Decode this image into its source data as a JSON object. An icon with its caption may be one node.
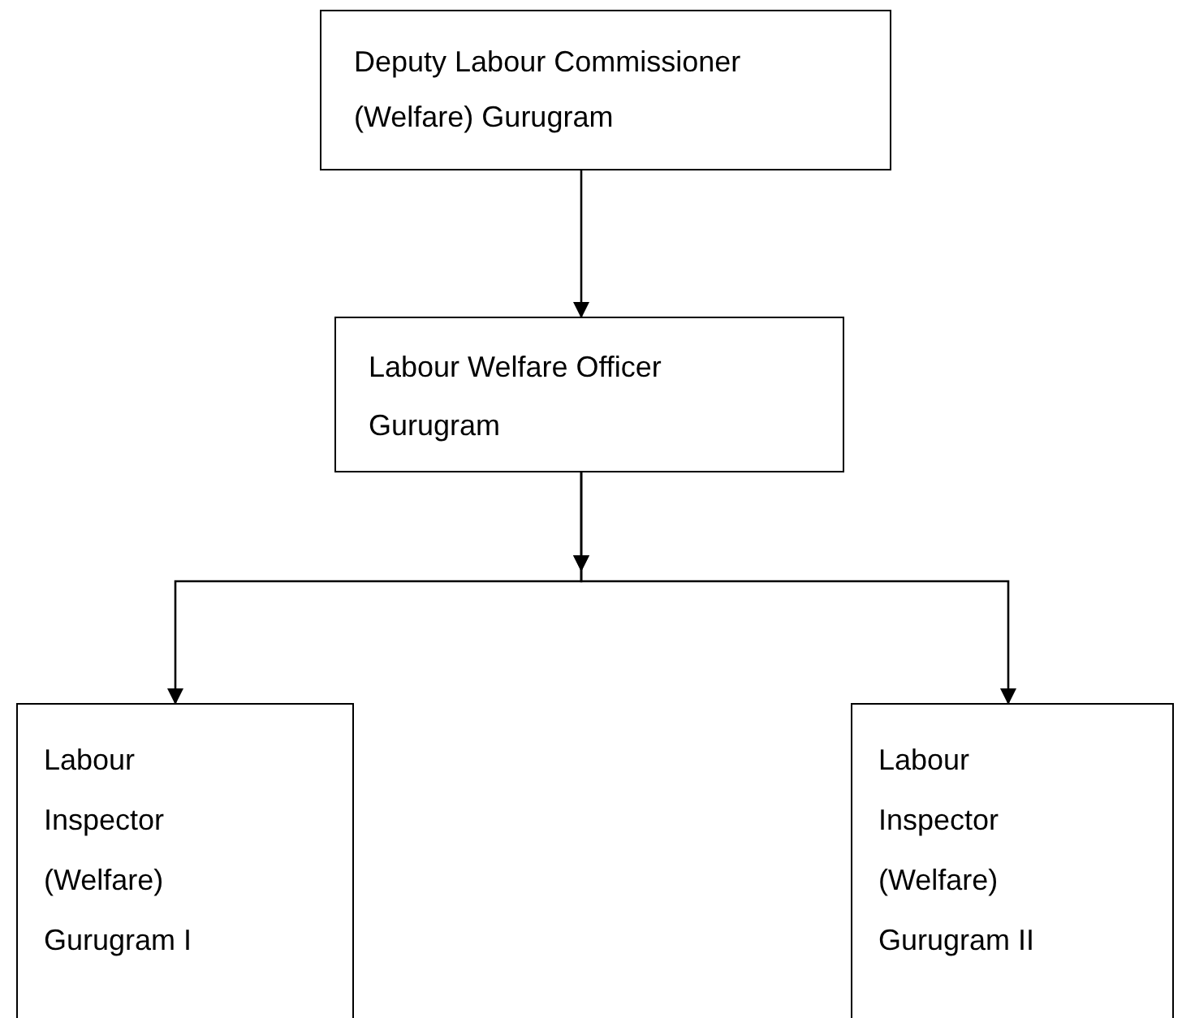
{
  "diagram": {
    "nodes": [
      {
        "text": [
          "Deputy Labour Commissioner (Welfare) Gurugram"
        ]
      },
      {
        "text": [
          "Labour Welfare Officer Gurugram"
        ]
      },
      {
        "text": [
          "Labour Inspector (Welfare) Gurugram I"
        ]
      },
      {
        "text": [
          "Labour Inspector (Welfare) Gurugram II"
        ]
      }
    ],
    "edges": [
      {
        "from": 0,
        "to": 1,
        "arrow": "to"
      },
      {
        "from": 1,
        "to": 2,
        "arrow": "to"
      },
      {
        "from": 1,
        "to": 3,
        "arrow": "to"
      }
    ]
  }
}
